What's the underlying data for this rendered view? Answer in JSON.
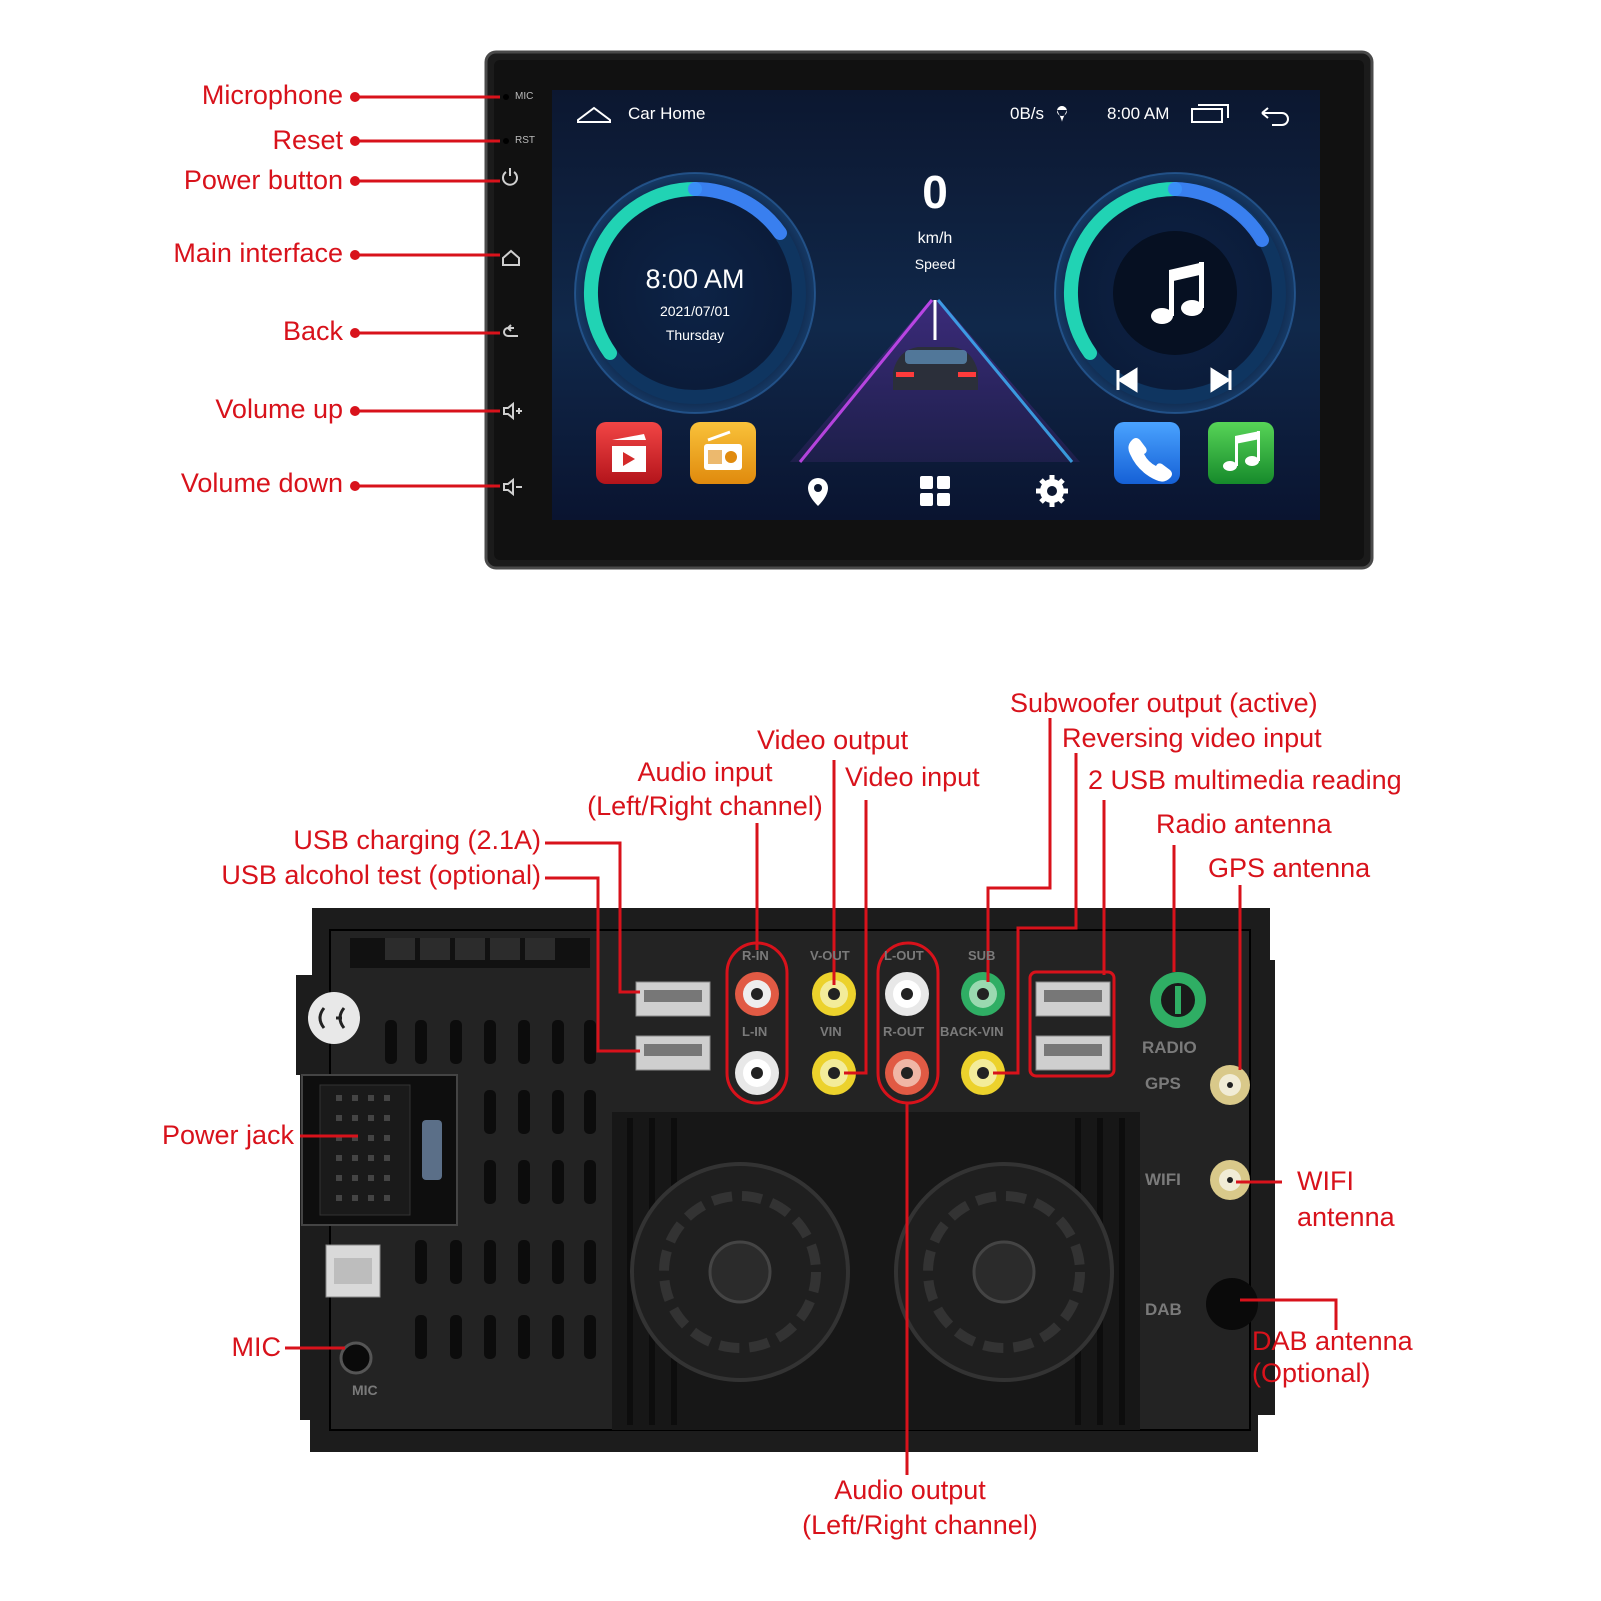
{
  "front_labels": {
    "microphone": "Microphone",
    "reset": "Reset",
    "power": "Power button",
    "main": "Main interface",
    "back": "Back",
    "vol_up": "Volume up",
    "vol_down": "Volume down"
  },
  "bezel": {
    "mic": "MIC",
    "rst": "RST"
  },
  "screen": {
    "home_title": "Car Home",
    "net_speed": "0B/s",
    "status_time": "8:00 AM",
    "speed_value": "0",
    "speed_unit": "km/h",
    "speed_label": "Speed",
    "clock_time": "8:00 AM",
    "clock_date": "2021/07/01",
    "clock_day": "Thursday"
  },
  "rear_labels": {
    "usb_charging": "USB charging (2.1A)",
    "usb_alcohol": "USB alcohol test (optional)",
    "audio_input_1": "Audio input",
    "audio_input_2": "(Left/Right channel)",
    "video_output": "Video output",
    "video_input": "Video input",
    "subwoofer": "Subwoofer output (active)",
    "reversing": "Reversing video input",
    "usb_media": "2 USB multimedia reading",
    "radio_antenna": "Radio antenna",
    "gps_antenna": "GPS antenna",
    "power_jack": "Power jack",
    "mic": "MIC",
    "wifi_1": "WIFI",
    "wifi_2": "antenna",
    "dab_1": "DAB antenna",
    "dab_2": "(Optional)",
    "audio_output_1": "Audio output",
    "audio_output_2": "(Left/Right channel)"
  },
  "unit_labels": {
    "r_in": "R-IN",
    "v_out": "V-OUT",
    "l_out": "L-OUT",
    "sub": "SUB",
    "l_in": "L-IN",
    "v_in": "VIN",
    "r_out": "R-OUT",
    "back_vin": "BACK-VIN",
    "radio": "RADIO",
    "gps": "GPS",
    "wifi": "WIFI",
    "dab": "DAB",
    "mic": "MIC"
  },
  "colors": {
    "callout": "#d8121b",
    "accent_teal": "#21d3b4",
    "screen_bg": "#0b1a33"
  },
  "icons": [
    "home-icon",
    "location-icon",
    "recent-apps-icon",
    "back-arrow-icon",
    "music-note-icon",
    "previous-track-icon",
    "next-track-icon",
    "video-app-icon",
    "radio-app-icon",
    "phone-app-icon",
    "music-app-icon",
    "nav-pin-icon",
    "apps-grid-icon",
    "settings-gear-icon",
    "power-icon",
    "volume-up-icon",
    "volume-down-icon"
  ]
}
